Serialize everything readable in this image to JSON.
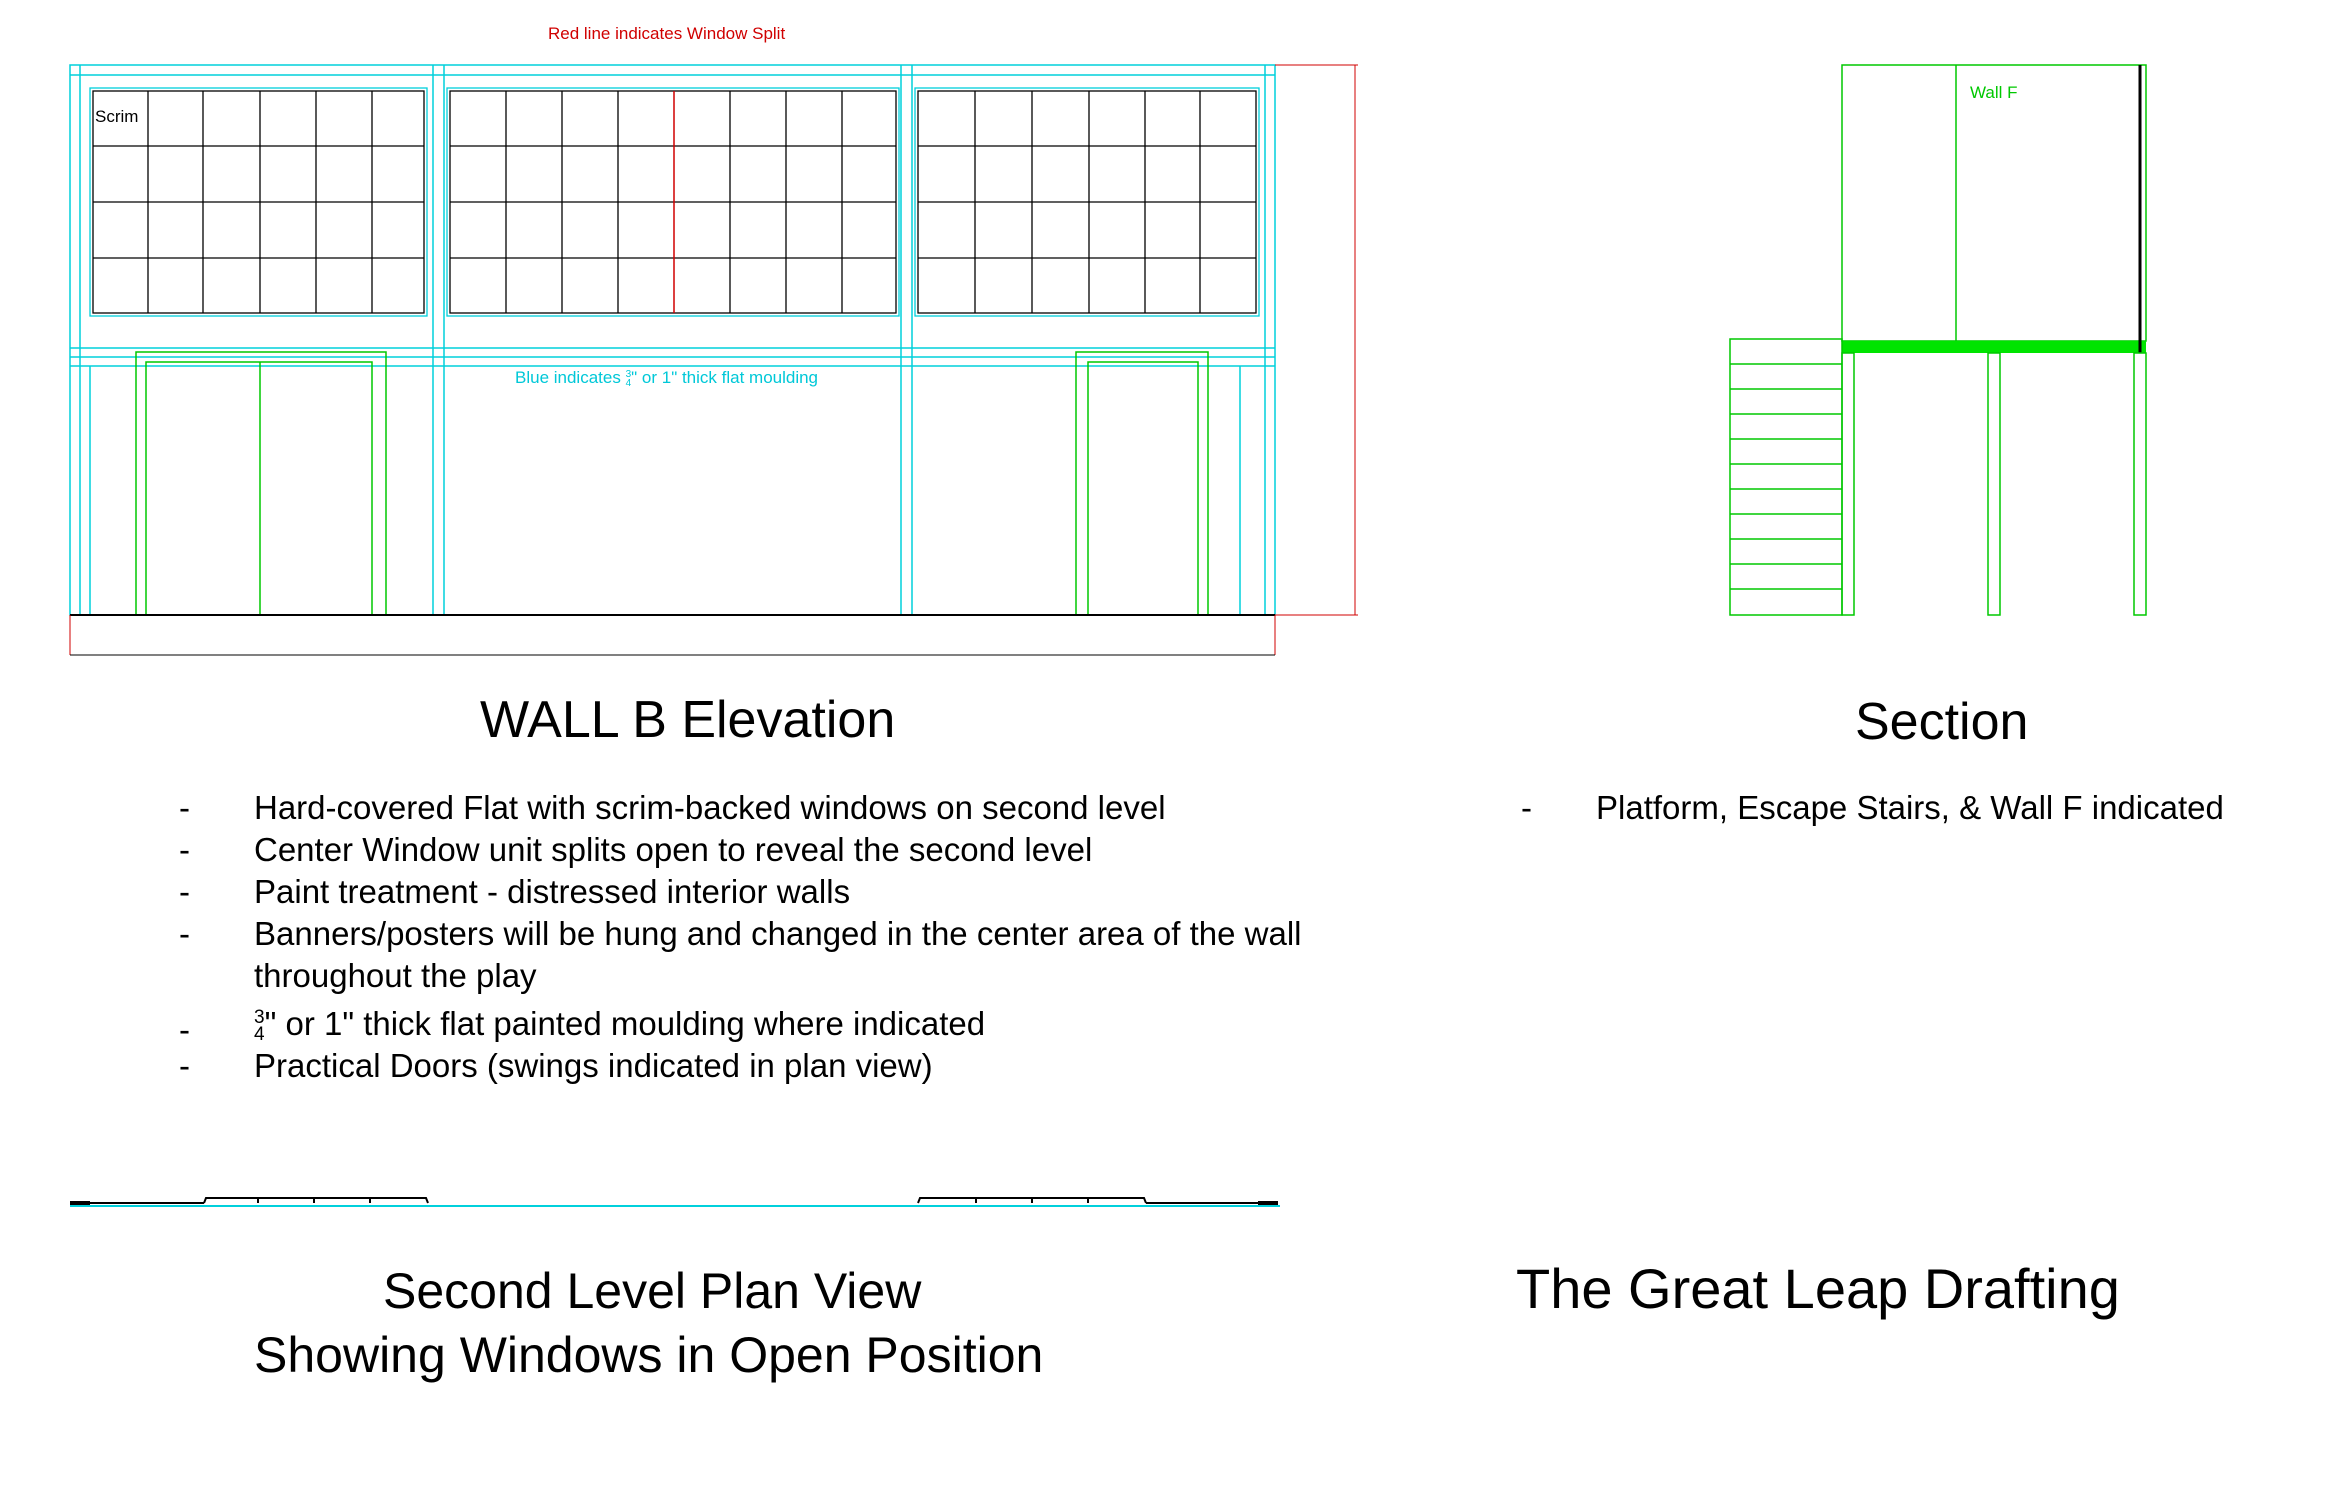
{
  "elevation": {
    "red_note": "Red line indicates Window Split",
    "blue_note_prefix": "Blue indicates",
    "blue_note_suffix": "\" or 1\" thick flat moulding",
    "frac_num": "3",
    "frac_den": "4",
    "scrim_label": "Scrim",
    "title": "WALL B Elevation",
    "notes": [
      "Hard-covered Flat with scrim-backed windows on second level",
      "Center Window unit splits open to reveal the second level",
      "Paint treatment - distressed interior walls",
      "Banners/posters will be hung and changed in the center area of the wall throughout the play",
      "\" or 1\" thick flat painted moulding where indicated",
      "Practical Doors (swings indicated in plan view)"
    ],
    "bullet": "-"
  },
  "section": {
    "wall_label": "Wall F",
    "title": "Section",
    "notes": [
      "Platform, Escape Stairs, & Wall F indicated"
    ],
    "bullet": "-"
  },
  "plan": {
    "title_line1": "Second Level Plan View",
    "title_line2": "Showing Windows in Open Position"
  },
  "firm": "The Great Leap Drafting",
  "colors": {
    "green": "#00c800",
    "cyan": "#00d0dc",
    "red": "#d00000",
    "line": "#000000"
  }
}
